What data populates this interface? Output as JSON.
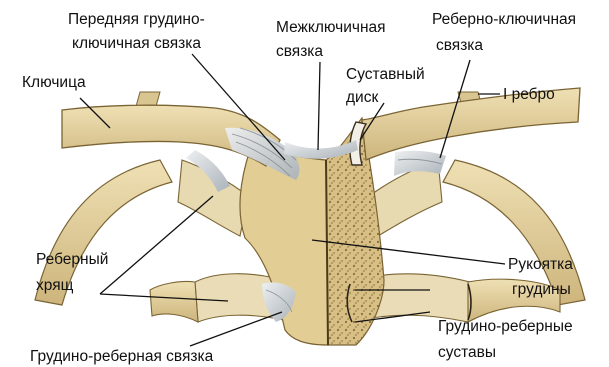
{
  "labels": {
    "anterior_ligament_1": "Передняя грудино-",
    "anterior_ligament_2": "ключичная связка",
    "interclavicular_1": "Межключичная",
    "interclavicular_2": "связка",
    "costoclavicular_1": "Реберно-ключичная",
    "costoclavicular_2": "связка",
    "clavicle": "Ключица",
    "articular_disc_1": "Суставный",
    "articular_disc_2": "диск",
    "first_rib": "I ребро",
    "costal_cartilage_1": "Реберный",
    "costal_cartilage_2": "хрящ",
    "manubrium_1": "Рукоятка",
    "manubrium_2": "грудины",
    "sternocostal_joints_1": "Грудино-реберные",
    "sternocostal_joints_2": "суставы",
    "sternocostal_ligament": "Грудино-реберная связка"
  },
  "colors": {
    "bone": "#e6d5a5",
    "bone_dark": "#b89c5e",
    "bone_outline": "#7a6434",
    "ligament": "#cfd4d8",
    "cancellous": "#a68a4e"
  }
}
